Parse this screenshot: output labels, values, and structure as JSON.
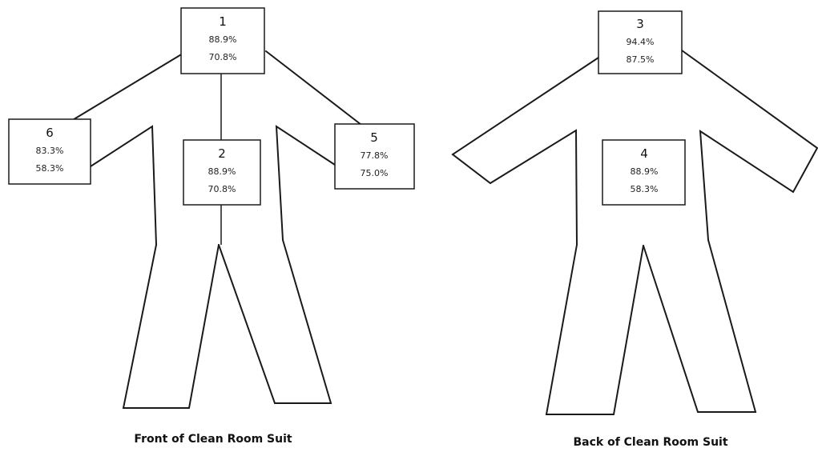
{
  "captions": {
    "front": "Front of Clean Room Suit",
    "back": "Back of Clean Room Suit"
  },
  "zones": {
    "z1": {
      "number": "1",
      "value_a": "88.9%",
      "value_b": "70.8%"
    },
    "z2": {
      "number": "2",
      "value_a": "88.9%",
      "value_b": "70.8%"
    },
    "z3": {
      "number": "3",
      "value_a": "94.4%",
      "value_b": "87.5%"
    },
    "z4": {
      "number": "4",
      "value_a": "88.9%",
      "value_b": "58.3%"
    },
    "z5": {
      "number": "5",
      "value_a": "77.8%",
      "value_b": "75.0%"
    },
    "z6": {
      "number": "6",
      "value_a": "83.3%",
      "value_b": "58.3%"
    }
  }
}
